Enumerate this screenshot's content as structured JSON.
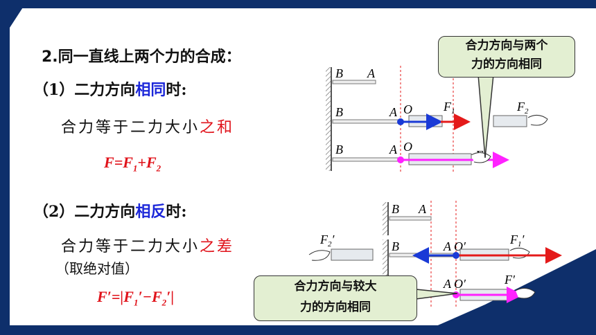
{
  "heading": "2.同一直线上两个力的合成：",
  "case1": {
    "prefix": "（1）二力方向",
    "highlight": "相同",
    "suffix": "时:",
    "rule_prefix": "合力等于二力大小",
    "rule_highlight": "之和",
    "formula": {
      "lhs": "F",
      "eq": "=",
      "t1": "F",
      "s1": "1",
      "plus": "+",
      "t2": "F",
      "s2": "2"
    }
  },
  "case2": {
    "prefix": "（2）二力方向",
    "highlight": "相反",
    "suffix": "时:",
    "rule_prefix": "合力等于二力大小",
    "rule_highlight": "之差",
    "note": "（取绝对值）",
    "formula": {
      "lhs": "F′",
      "eq": "=|",
      "t1": "F",
      "s1": "1",
      "p1": "′",
      "minus": "−",
      "t2": "F",
      "s2": "2",
      "p2": "′",
      "end": "|"
    }
  },
  "callout_same": {
    "line1": "合力方向与两个",
    "line2": "力的方向相同"
  },
  "callout_opposite": {
    "line1": "合力方向与较大",
    "line2": "力的方向相同"
  },
  "diagram_labels": {
    "B": "B",
    "A": "A",
    "O": "O",
    "O_prime": "O′",
    "F": "F",
    "F1": "F",
    "F1_sub": "1",
    "F2": "F",
    "F2_sub": "2",
    "F_prime": "F′",
    "F1_prime": "F",
    "F1p_sub": "1",
    "F2_prime": "F",
    "F2p_sub": "2",
    "prime": "′"
  },
  "colors": {
    "frame": "#0e2f6b",
    "blue_text": "#1c27d9",
    "red_text": "#e0121a",
    "force_blue": "#1a3ad6",
    "force_red": "#e41a1a",
    "force_magenta": "#ff22ff",
    "callout_bg": "#e3efd2"
  }
}
